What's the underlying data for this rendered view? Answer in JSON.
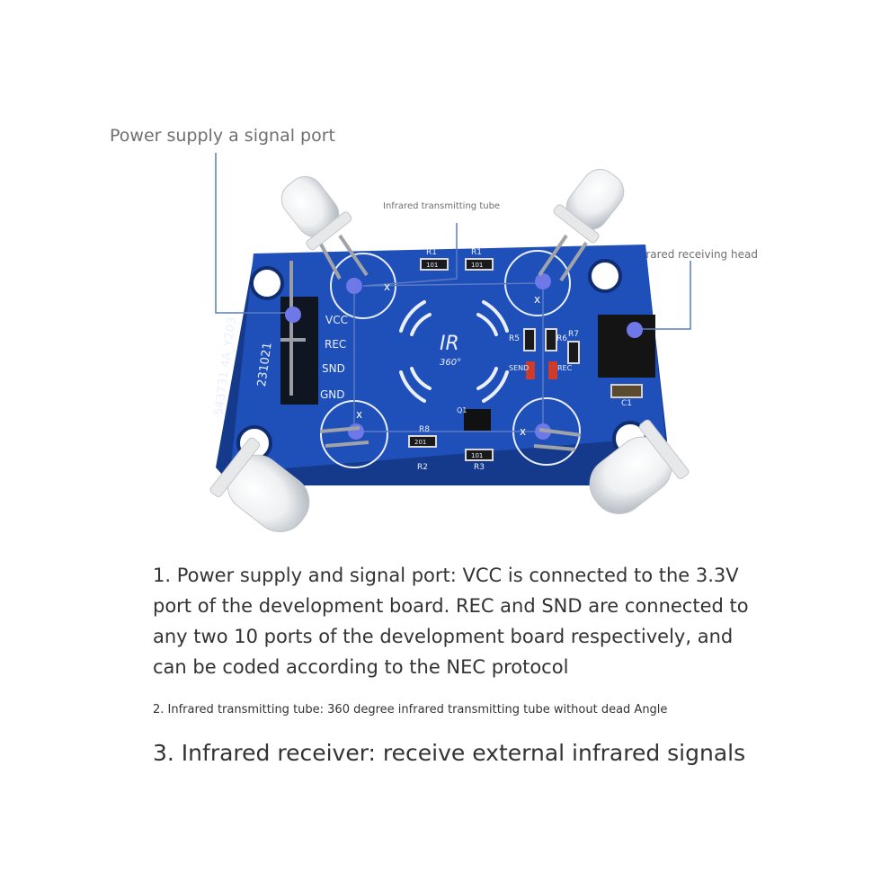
{
  "callouts": {
    "power_port": "Power supply a signal port",
    "transmitting_tube": "Infrared transmitting tube",
    "receiving_head": "Infrared receiving head"
  },
  "board": {
    "pins": [
      "VCC",
      "REC",
      "SND",
      "GND"
    ],
    "part_number": "543731 4A_Y203",
    "date_code": "231021",
    "logo": "IR",
    "logo_sub": "360°",
    "resistors": {
      "r1a": "R1",
      "r1b": "R1",
      "r2": "R2",
      "r3": "R3",
      "r5": "R5",
      "r6": "R6",
      "r7": "R7",
      "r8": "R8",
      "code_101": "101",
      "code_201": "201"
    },
    "leds": {
      "send": "SEND",
      "rec": "REC"
    },
    "transistor": "Q1",
    "capacitor": "C1",
    "marks": {
      "cross": "x"
    }
  },
  "descriptions": {
    "line1a": "1. Power supply and signal port: VCC is connected to the 3.3V",
    "line1b": "port of the development board. REC and SND are connected to",
    "line1c": "any two 10 ports of the development board respectively, and",
    "line1d": "can be coded according to the NEC protocol",
    "line2": "2. Infrared transmitting tube: 360 degree infrared transmitting tube without dead Angle",
    "line3": "3. Infrared receiver: receive external infrared signals"
  },
  "colors": {
    "pcb": "#1f4fb8",
    "pcb_dark": "#153a8c",
    "marker": "#6e78e6",
    "callout_line": "#5a7bc2"
  }
}
